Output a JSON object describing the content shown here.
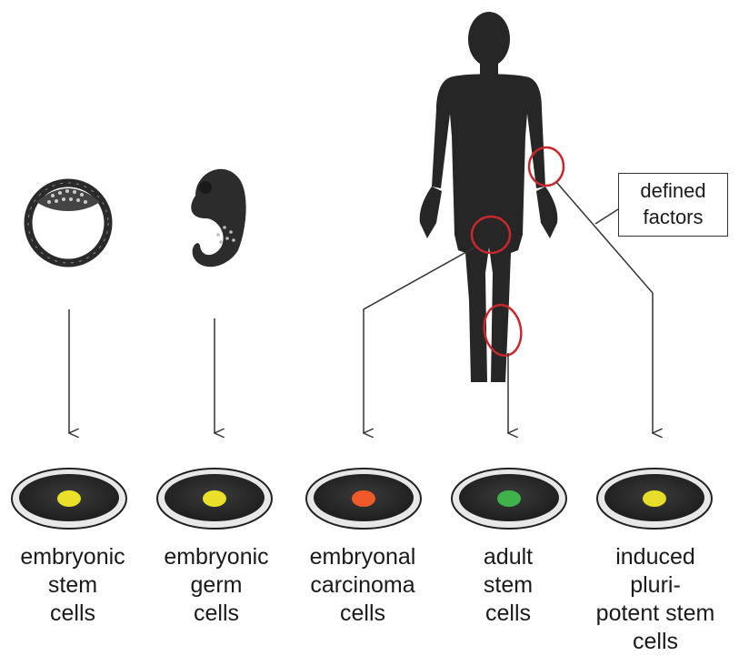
{
  "sources": [
    {
      "id": "blastocyst",
      "label": "embryonic\nstem\ncells",
      "cell_color": "#ece12a"
    },
    {
      "id": "fetus",
      "label": "embryonic\ngerm\ncells",
      "cell_color": "#ece12a"
    },
    {
      "id": "adult-body-carcinoma",
      "label": "embryonal\ncarcinoma\ncells",
      "cell_color": "#f05a28"
    },
    {
      "id": "adult-body-tissue",
      "label": "adult\nstem\ncells",
      "cell_color": "#3fb34a"
    },
    {
      "id": "adult-body-reprogrammed",
      "label": "induced pluri-\npotent stem\ncells",
      "cell_color": "#e6dc2a"
    }
  ],
  "defined_factors_label": "defined\nfactors",
  "colors": {
    "body_silhouette": "#262626",
    "highlight_ring": "#c8282d",
    "dish_medium": "#2b2b2b",
    "line": "#333333"
  }
}
